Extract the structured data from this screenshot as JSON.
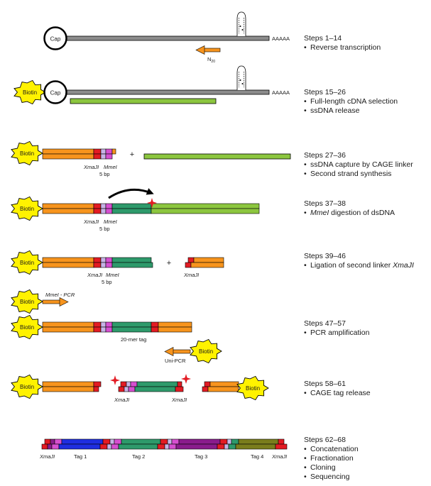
{
  "labels": {
    "cap": "Cap",
    "polyA": "AAAAA",
    "biotin": "Biotin",
    "n20": "N",
    "n20_sub": "20",
    "xmaji": "XmaJI",
    "mmei": "MmeI",
    "bp5": "5 bp",
    "plus": "+",
    "mmei_pcr": "MmeI - PCR",
    "mer_tag": "20-mer tag",
    "uni_pcr": "Uni-PCR",
    "tag1": "Tag 1",
    "tag2": "Tag 2",
    "tag3": "Tag 3",
    "tag4": "Tag 4"
  },
  "steps": [
    {
      "title": "Steps 1–14",
      "bullets": [
        "Reverse transcription"
      ]
    },
    {
      "title": "Steps 15–26",
      "bullets": [
        "Full-length cDNA selection",
        "ssDNA release"
      ]
    },
    {
      "title": "Steps 27–36",
      "bullets": [
        "ssDNA capture by CAGE linker",
        "Second strand synthesis"
      ]
    },
    {
      "title": "Steps 37–38",
      "bullets": [
        "MmeI digestion of dsDNA"
      ]
    },
    {
      "title": "Steps 39–46",
      "bullets": [
        "Ligation of second linker XmaJI"
      ]
    },
    {
      "title": "Steps 47–57",
      "bullets": [
        "PCR amplification"
      ]
    },
    {
      "title": "Steps 58–61",
      "bullets": [
        "CAGE tag release"
      ]
    },
    {
      "title": "Steps 62–68",
      "bullets": [
        "Concatenation",
        "Fractionation",
        "Cloning",
        "Sequencing"
      ]
    }
  ],
  "colors": {
    "orange": "#f7941d",
    "red": "#e31b23",
    "pink": "#d64fd0",
    "lavender": "#c7b3e6",
    "teal": "#2e9a6b",
    "green": "#8cc63f",
    "gray": "#8c8c8c",
    "yellow": "#fff200",
    "blue": "#1f2ee0",
    "purple": "#8a1c8c",
    "olive": "#7a7d1c"
  }
}
